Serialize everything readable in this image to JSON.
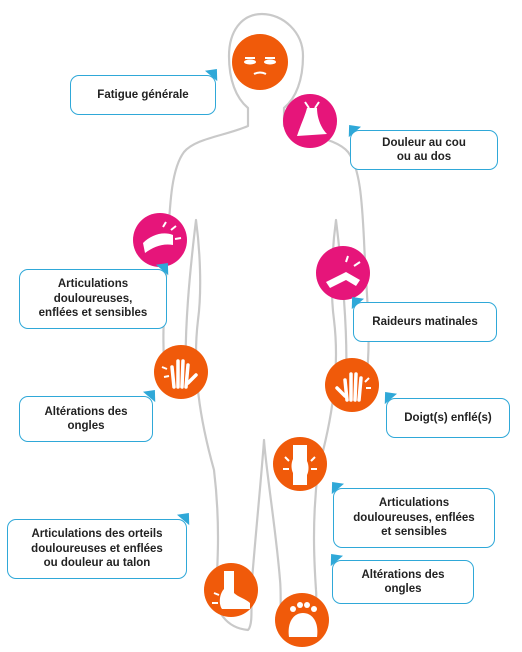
{
  "colors": {
    "accent_blue": "#2fa8d8",
    "symptom_orange": "#f05a0a",
    "symptom_pink": "#e6157a",
    "body_outline": "#c9c9c9"
  },
  "symptoms": [
    {
      "id": "fatigue",
      "label": "Fatigue générale",
      "color": "orange",
      "icon": "face-icon"
    },
    {
      "id": "neck",
      "label": "Douleur au cou\nou au dos",
      "color": "pink",
      "icon": "neck-back-icon"
    },
    {
      "id": "shoulder",
      "label": "Articulations\ndouloureuses,\nenflées et sensibles",
      "color": "pink",
      "icon": "shoulder-joint-icon"
    },
    {
      "id": "stiffness",
      "label": "Raideurs matinales",
      "color": "pink",
      "icon": "elbow-joint-icon"
    },
    {
      "id": "nails-hand",
      "label": "Altérations des\nongles",
      "color": "orange",
      "icon": "hand-icon"
    },
    {
      "id": "finger",
      "label": "Doigt(s) enflé(s)",
      "color": "orange",
      "icon": "hand-icon"
    },
    {
      "id": "knee",
      "label": "Articulations\ndouloureuses, enflées\net sensibles",
      "color": "orange",
      "icon": "knee-joint-icon"
    },
    {
      "id": "toes",
      "label": "Articulations des orteils\ndouloureuses et enflées\nou douleur au talon",
      "color": "orange",
      "icon": "foot-icon"
    },
    {
      "id": "nails-foot",
      "label": "Altérations des\nongles",
      "color": "orange",
      "icon": "foot-toes-icon"
    }
  ]
}
